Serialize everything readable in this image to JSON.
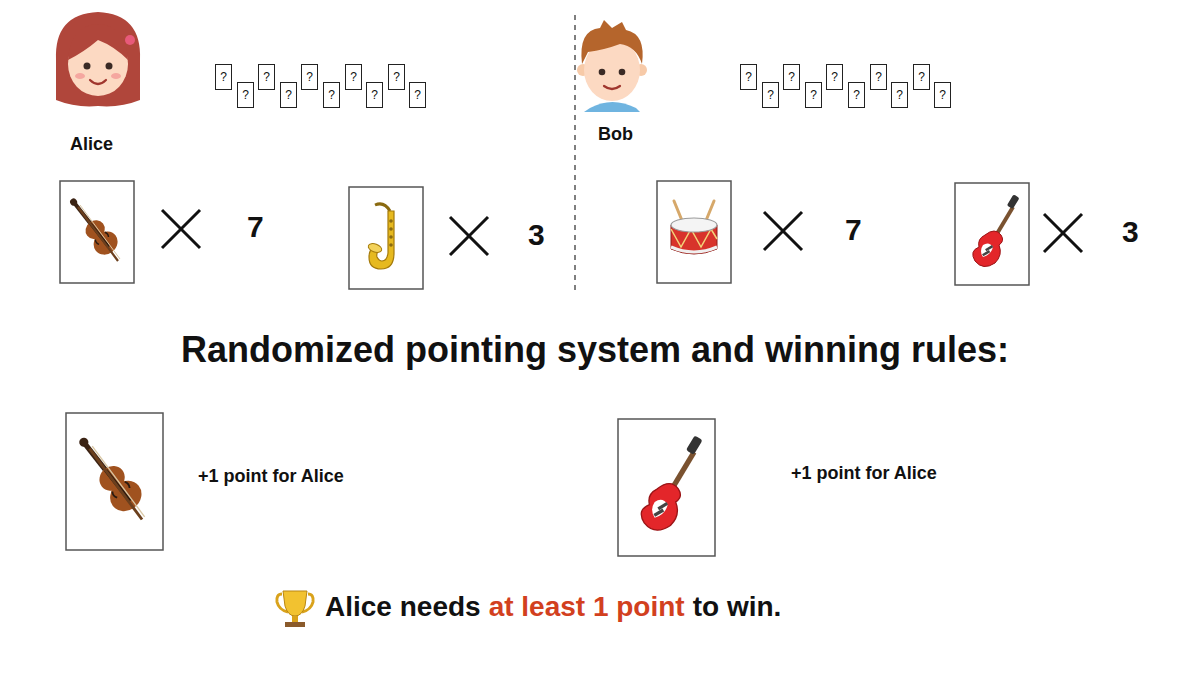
{
  "diagram": {
    "title": "Randomized pointing system and winning rules:",
    "nodes": [
      {
        "text": [
          "?"
        ]
      },
      {
        "text": [
          "?"
        ]
      },
      {
        "text": [
          "?"
        ]
      },
      {
        "text": [
          "?"
        ]
      },
      {
        "text": [
          "?"
        ]
      },
      {
        "text": [
          "?"
        ]
      },
      {
        "text": [
          "?"
        ]
      },
      {
        "text": [
          "?"
        ]
      },
      {
        "text": [
          "?"
        ]
      },
      {
        "text": [
          "?"
        ]
      },
      {
        "text": [
          "?"
        ]
      },
      {
        "text": [
          "?"
        ]
      },
      {
        "text": [
          "?"
        ]
      },
      {
        "text": [
          "?"
        ]
      },
      {
        "text": [
          "?"
        ]
      },
      {
        "text": [
          "?"
        ]
      },
      {
        "text": [
          "?"
        ]
      },
      {
        "text": [
          "?"
        ]
      },
      {
        "text": [
          "?"
        ]
      },
      {
        "text": [
          "?"
        ]
      }
    ],
    "labels": [
      "Alice",
      "Bob",
      "7",
      "3",
      "7",
      "3",
      "+1 point for Alice",
      "+1 point for Alice",
      "Alice needs",
      "at least 1 point",
      "to win."
    ]
  }
}
